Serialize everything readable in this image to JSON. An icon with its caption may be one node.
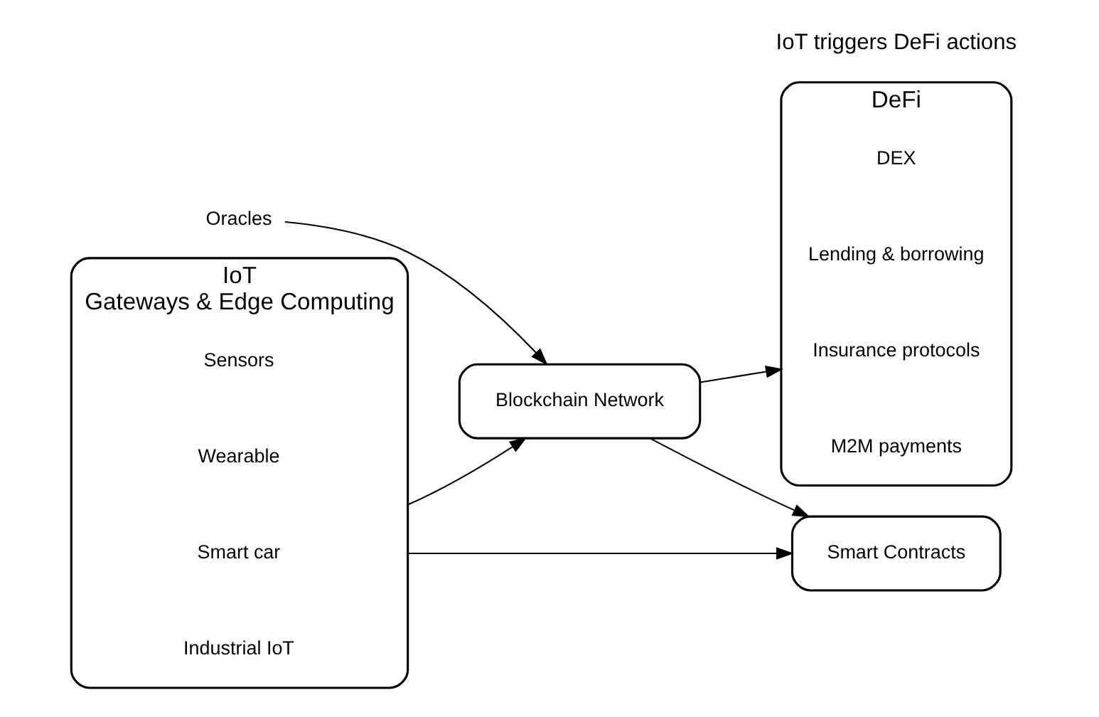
{
  "diagram": {
    "nodes": [
      {
        "text": [
          "IoT",
          "Gateways & Edge Computing"
        ]
      },
      {
        "text": [
          "Sensors"
        ],
        "in": 0
      },
      {
        "text": [
          "Wearable"
        ],
        "in": 0
      },
      {
        "text": [
          "Smart car"
        ],
        "in": 0
      },
      {
        "text": [
          "Industrial IoT"
        ],
        "in": 0
      },
      {
        "text": [
          "Oracles"
        ]
      },
      {
        "text": [
          "Blockchain Network"
        ]
      },
      {
        "text": [
          "DeFi"
        ]
      },
      {
        "text": [
          "DEX"
        ],
        "in": 7
      },
      {
        "text": [
          "Lending & borrowing"
        ],
        "in": 7
      },
      {
        "text": [
          "Insurance protocols"
        ],
        "in": 7
      },
      {
        "text": [
          "M2M payments"
        ],
        "in": 7
      },
      {
        "text": [
          "Smart Contracts"
        ]
      }
    ],
    "edges": [
      {
        "from": 5,
        "to": 6,
        "arrow": "to"
      },
      {
        "from": 0,
        "to": 6,
        "arrow": "to"
      },
      {
        "from": 6,
        "to": 7,
        "arrow": "to"
      },
      {
        "from": 6,
        "to": 12,
        "arrow": "to"
      },
      {
        "from": 0,
        "to": 12,
        "arrow": "to"
      }
    ],
    "labels": [
      "IoT triggers DeFi actions"
    ]
  }
}
